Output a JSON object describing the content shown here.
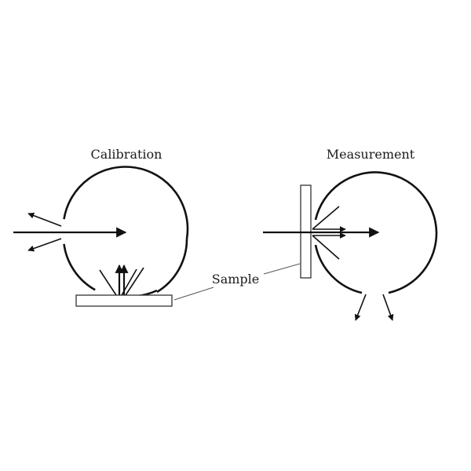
{
  "labels": {
    "calibration": "Calibration",
    "measurement": "Measurement",
    "sample": "Sample"
  },
  "colors": {
    "stroke": "#111111",
    "background": "#ffffff"
  }
}
